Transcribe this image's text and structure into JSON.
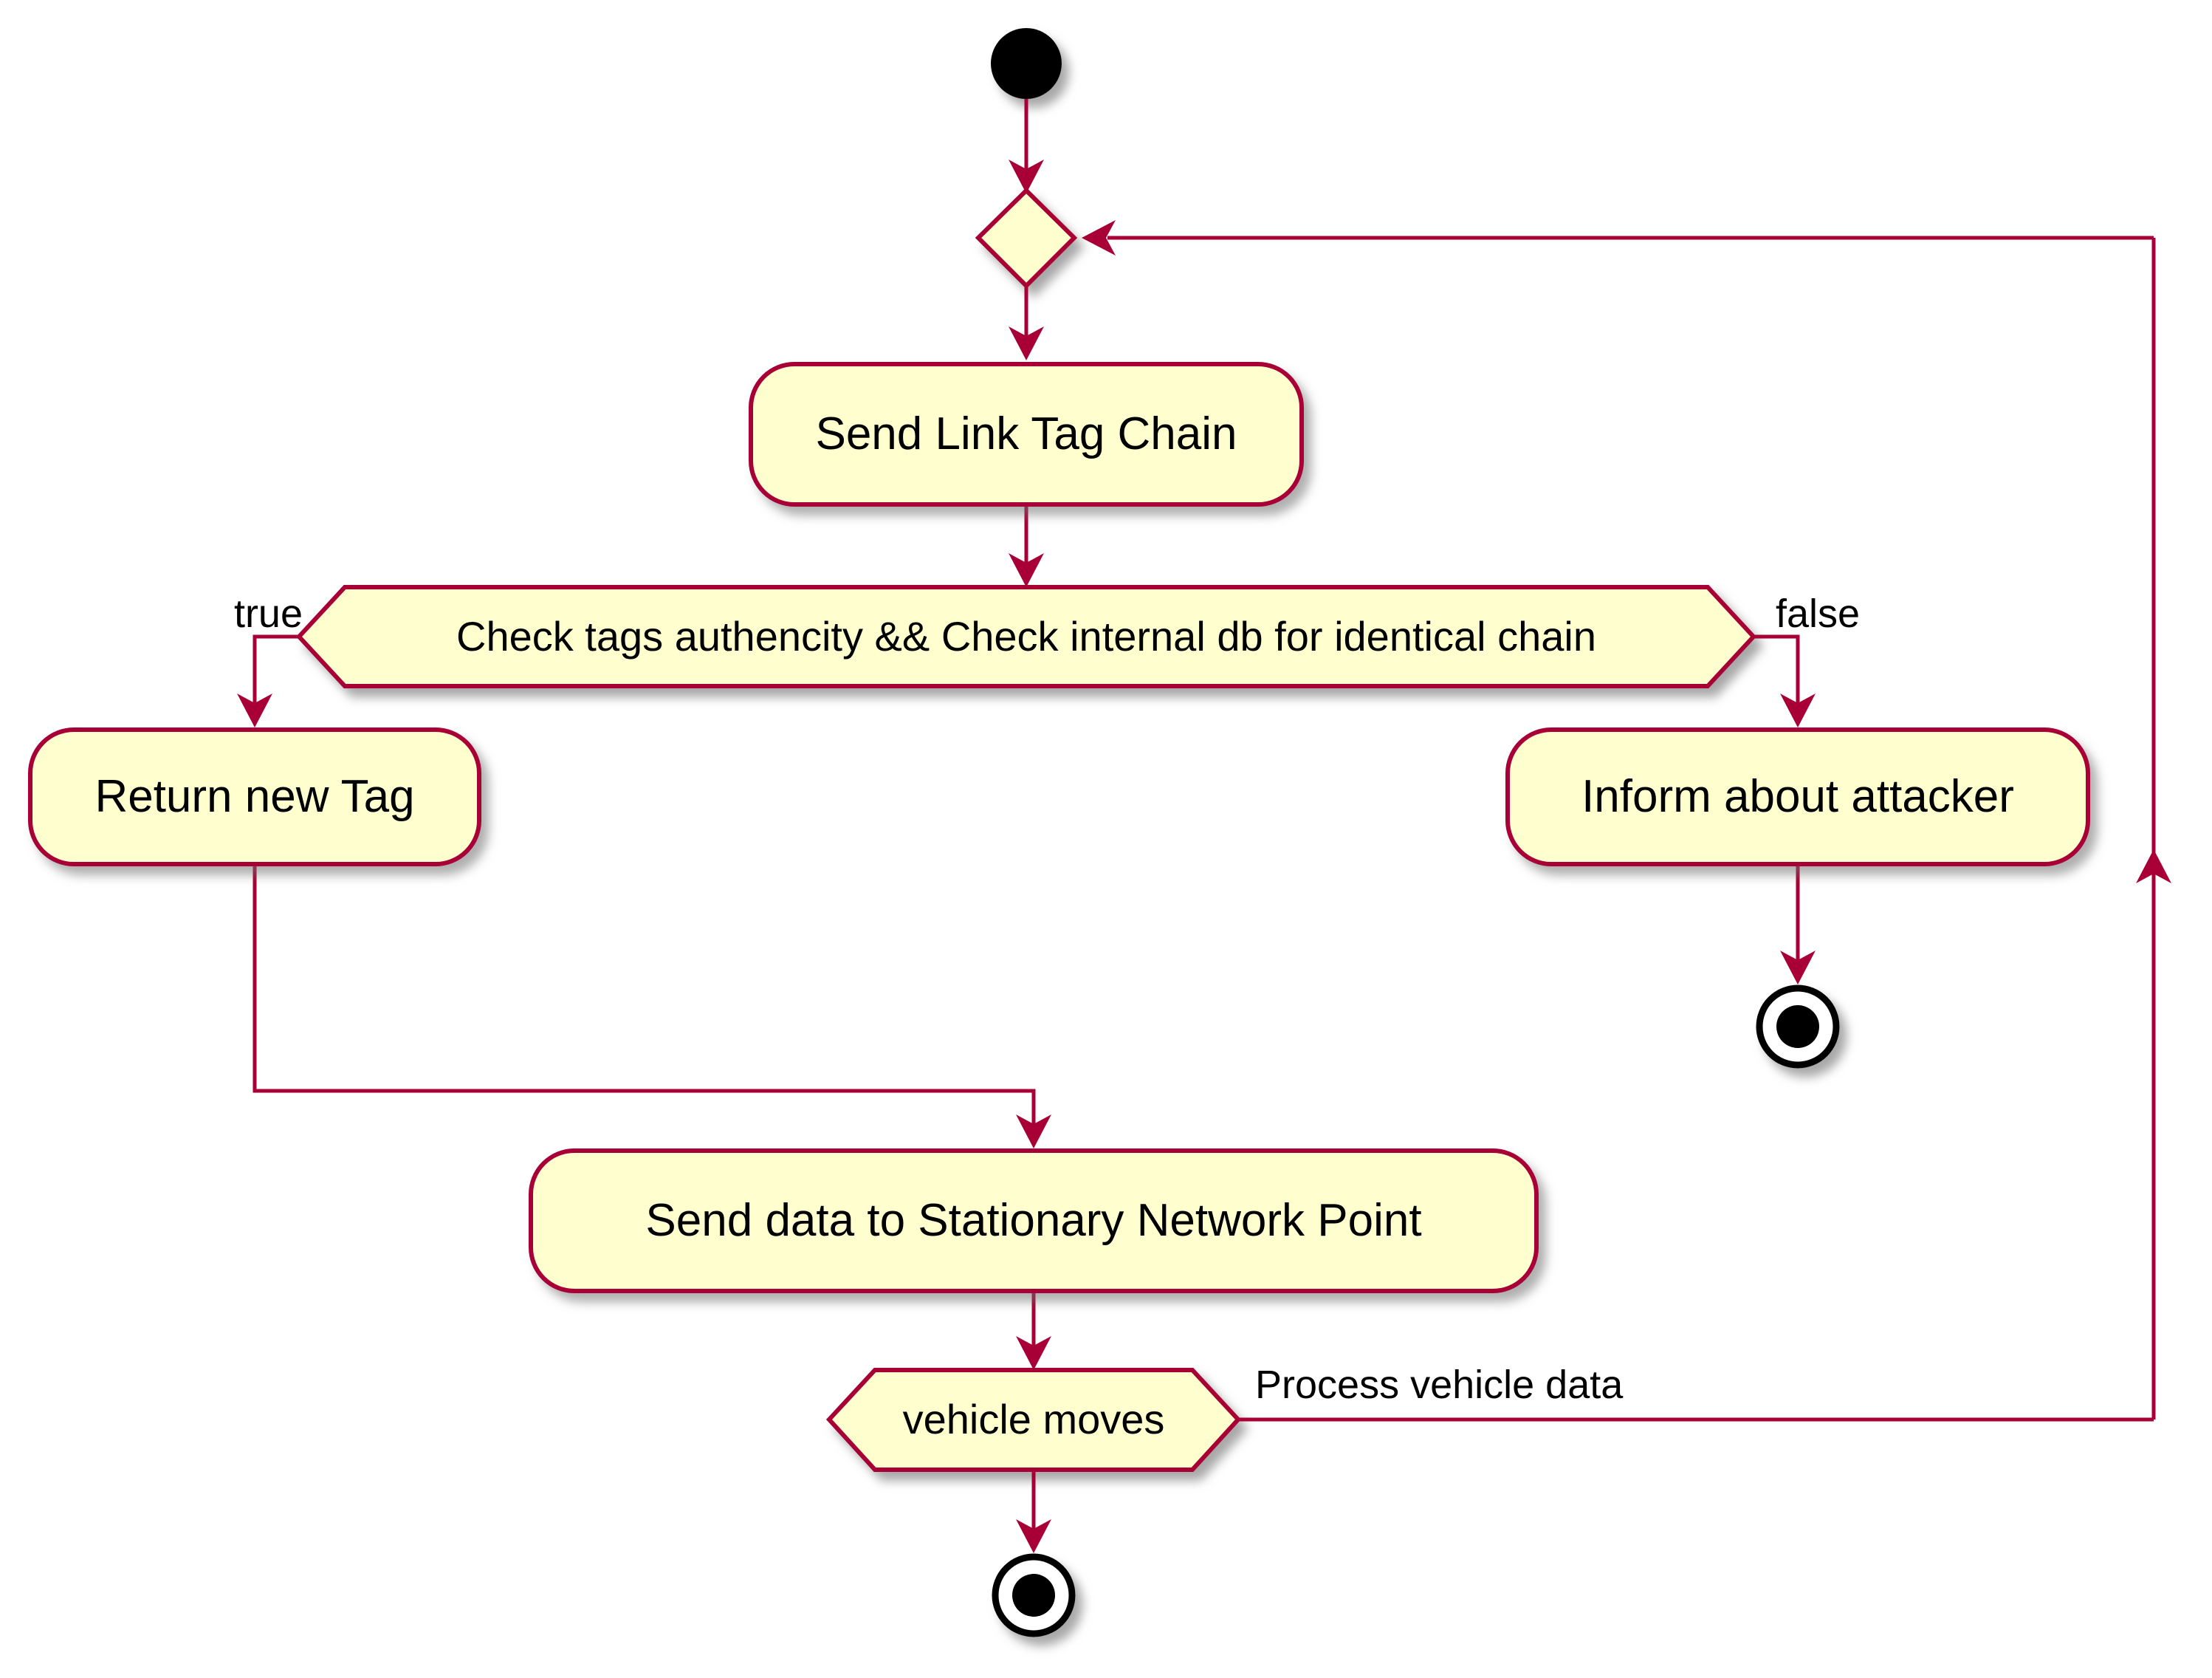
{
  "colors": {
    "line": "#a80036",
    "fill": "#fefece",
    "text": "#000000",
    "bg": "#ffffff"
  },
  "nodes": {
    "start": {
      "type": "start"
    },
    "merge": {
      "type": "decision-merge-diamond"
    },
    "send_link": {
      "label": "Send Link Tag Chain"
    },
    "condition": {
      "label": "Check tags authencity && Check internal db for identical chain"
    },
    "return_tag": {
      "label": "Return new Tag"
    },
    "inform": {
      "label": "Inform about attacker"
    },
    "end_attacker": {
      "type": "end"
    },
    "send_data": {
      "label": "Send data to Stationary Network Point"
    },
    "vehicle_moves": {
      "label": "vehicle moves"
    },
    "end_final": {
      "type": "end"
    }
  },
  "edge_labels": {
    "true_branch": "true",
    "false_branch": "false",
    "feedback": "Process vehicle data"
  }
}
